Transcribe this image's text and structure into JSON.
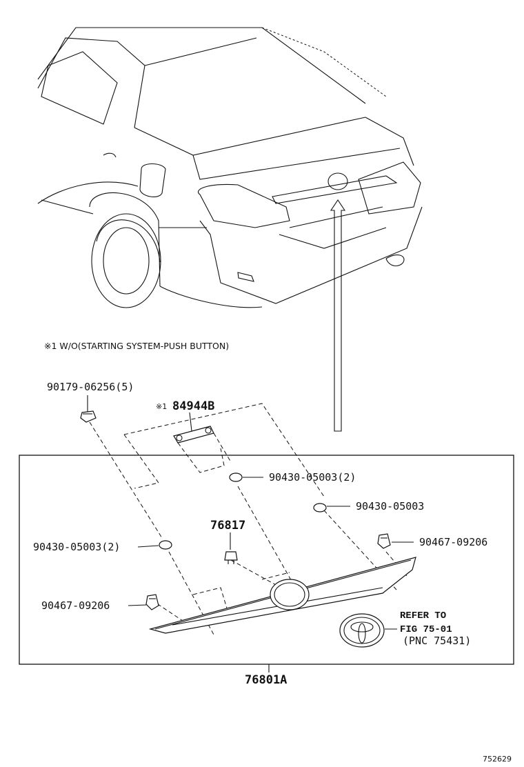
{
  "note": "※1 W/O(STARTING SYSTEM-PUSH BUTTON)",
  "labels": {
    "clip_top": "90179-06256(5)",
    "note_mark": "※1",
    "handle": "84944B",
    "grommet_a": "90430-05003(2)",
    "grommet_b": "90430-05003",
    "grommet_c": "90430-05003(2)",
    "nut": "76817",
    "clip_right": "90467-09206",
    "clip_left": "90467-09206",
    "refer_line1": "REFER TO",
    "refer_line2": "FIG 75-01",
    "refer_line3": "(PNC 75431)",
    "assembly": "76801A",
    "figure_no": "752629"
  }
}
